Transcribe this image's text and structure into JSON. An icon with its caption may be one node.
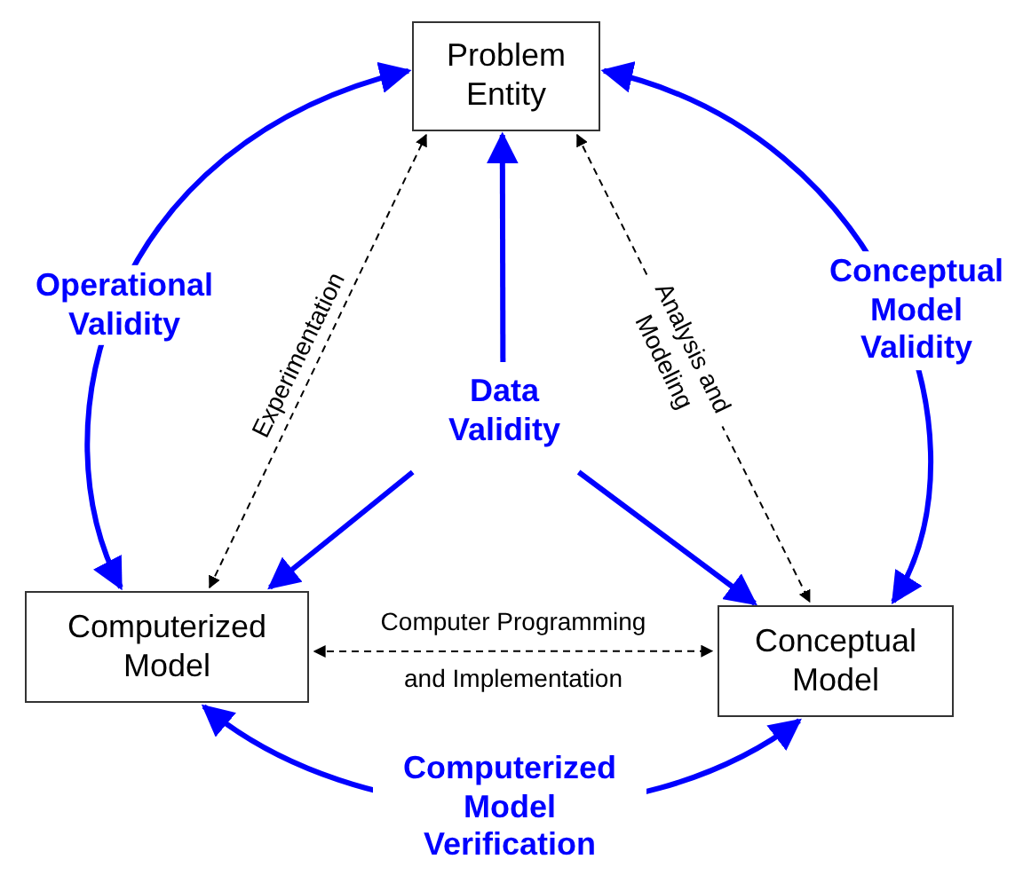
{
  "diagram": {
    "nodes": [
      {
        "text": [
          "Problem Entity"
        ]
      },
      {
        "text": [
          "Computerized Model"
        ]
      },
      {
        "text": [
          "Conceptual Model"
        ]
      },
      {
        "text": [
          "Data Validity"
        ]
      }
    ],
    "edges": [
      {
        "from": 1,
        "to": 0,
        "arrow": "both",
        "label": "Operational Validity"
      },
      {
        "from": 2,
        "to": 0,
        "arrow": "both",
        "label": "Conceptual Model Validity"
      },
      {
        "from": 1,
        "to": 2,
        "arrow": "both",
        "label": "Computerized Model Verification"
      },
      {
        "from": 1,
        "to": 0,
        "arrow": "both",
        "label": "Experimentation",
        "style": "dashed",
        "color": "#000000"
      },
      {
        "from": 0,
        "to": 2,
        "arrow": "both",
        "label": "Analysis and Modeling",
        "style": "dashed",
        "color": "#000000"
      },
      {
        "from": 1,
        "to": 2,
        "arrow": "both",
        "label": "Computer Programming and Implementation",
        "style": "dashed",
        "color": "#000000"
      },
      {
        "from": 3,
        "to": 0,
        "arrow": "to"
      },
      {
        "from": 3,
        "to": 1,
        "arrow": "to"
      },
      {
        "from": 3,
        "to": 2,
        "arrow": "to"
      }
    ]
  }
}
